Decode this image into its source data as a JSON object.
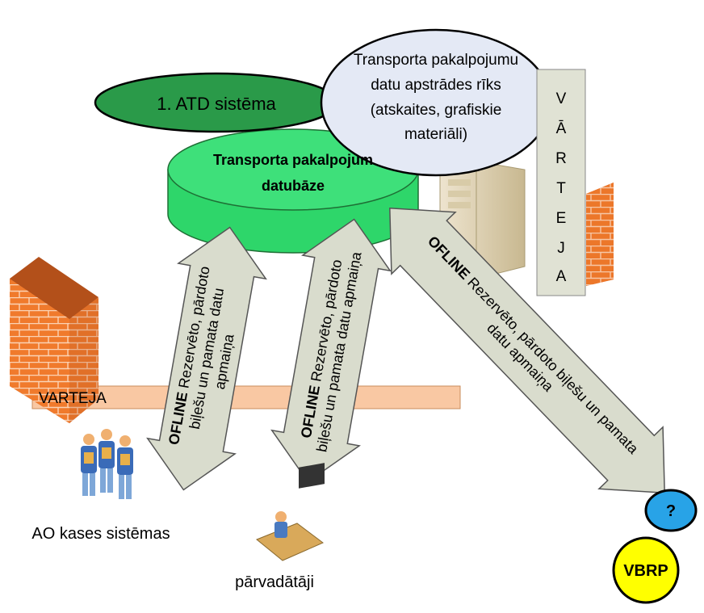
{
  "ellipse_atd": "1. ATD sistēma",
  "database": [
    "Transporta pakalpojum",
    "datubāze"
  ],
  "tool": [
    "Transporta pakalpojumu",
    "datu apstrādes rīks",
    "(atskaites, grafiskie",
    "materiāli)"
  ],
  "gateway_vertical": [
    "V",
    "Ā",
    "R",
    "T",
    "E",
    "J",
    "A"
  ],
  "gateway_horizontal": "VARTEJA",
  "arrow_left": {
    "bold": "OFLINE",
    "line1": " Rezervēto, pārdoto",
    "line2": "biļešu un pamata datu",
    "line3": "apmaiņa"
  },
  "arrow_mid": {
    "bold": "OFLINE",
    "line1": " Rezervēto, pārdoto",
    "line2": "biļešu un pamata datu apmaiņa"
  },
  "arrow_right": {
    "bold": "OFLINE",
    "line1": " Rezervēto, pārdoto biļešu un pamata",
    "line2": "datu apmaiņa"
  },
  "question": "?",
  "vbrp": "VBRP",
  "label_ao": "AO kases sistēmas",
  "label_carriers": "pārvadātāji",
  "colors": {
    "dark_green": "#2a9a49",
    "light_green": "#2ed66a",
    "tool_fill": "#e4e9f5",
    "arrow_fill": "#d9dccd",
    "gateway_bar": "#f9c8a3",
    "brick": "#f07a2c",
    "question_fill": "#28a3e7",
    "vbrp_fill": "#ffff00"
  }
}
